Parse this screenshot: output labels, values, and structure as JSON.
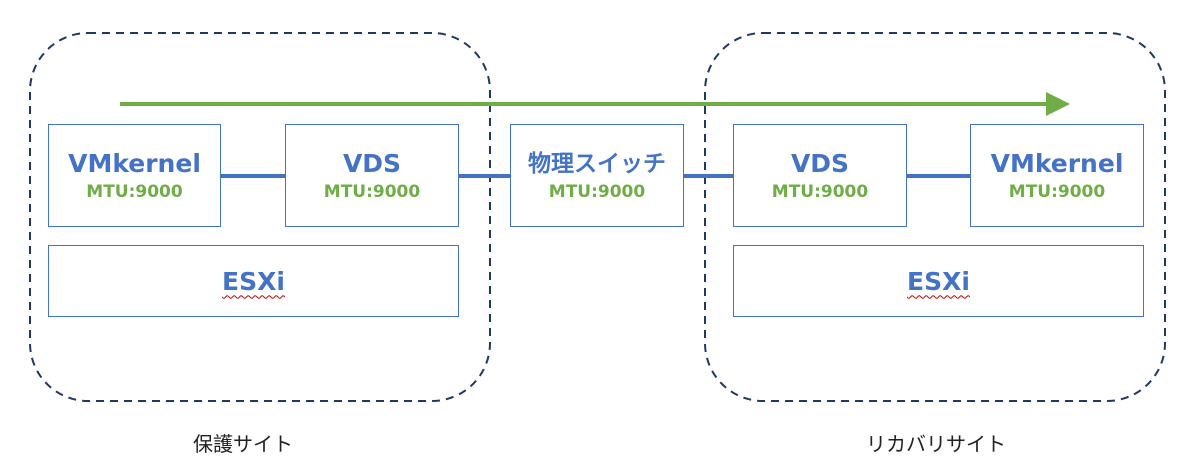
{
  "colors": {
    "box_border": "#4472c4",
    "title_text": "#4472c4",
    "mtu_text": "#70ad47",
    "connector": "#4472c4",
    "arrow": "#70ad47",
    "site_border": "#1f3864"
  },
  "protected_site": {
    "label": "保護サイト",
    "vmkernel": {
      "title": "VMkernel",
      "mtu": "MTU:9000"
    },
    "vds": {
      "title": "VDS",
      "mtu": "MTU:9000"
    },
    "esxi": {
      "label": "ESXi"
    }
  },
  "physical_switch": {
    "title": "物理スイッチ",
    "mtu": "MTU:9000"
  },
  "recovery_site": {
    "label": "リカバリサイト",
    "vds": {
      "title": "VDS",
      "mtu": "MTU:9000"
    },
    "vmkernel": {
      "title": "VMkernel",
      "mtu": "MTU:9000"
    },
    "esxi": {
      "label": "ESXi"
    }
  }
}
